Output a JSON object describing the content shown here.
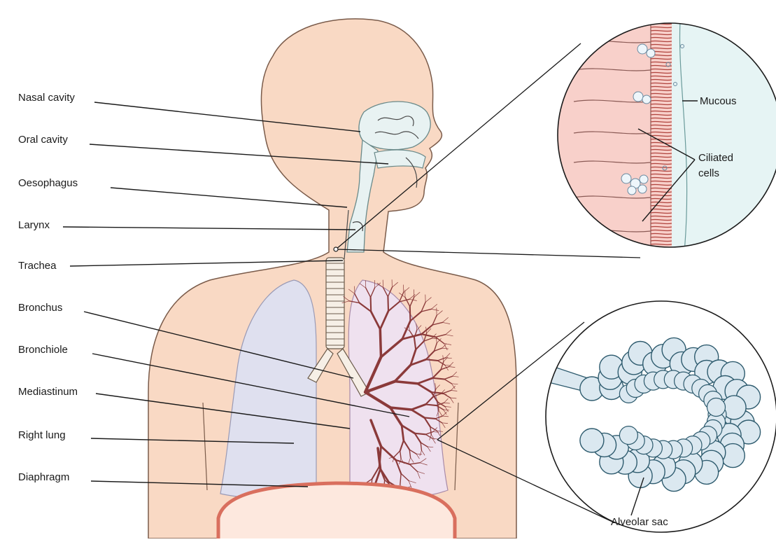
{
  "labels": {
    "nasal_cavity": "Nasal cavity",
    "oral_cavity": "Oral cavity",
    "oesophagus": "Oesophagus",
    "larynx": "Larynx",
    "trachea": "Trachea",
    "bronchus": "Bronchus",
    "bronchiole": "Bronchiole",
    "mediastinum": "Mediastinum",
    "right_lung": "Right lung",
    "diaphragm": "Diaphragm",
    "mucous": "Mucous",
    "ciliated_line1": "Ciliated",
    "ciliated_line2": "cells",
    "alveolar_sac": "Alveolar sac"
  },
  "colors": {
    "skin": "#f9d9c4",
    "skin_outline": "#7a5b4a",
    "lung_right": "#dfe0ef",
    "lung_left": "#efe1ef",
    "airway": "#e8f2f2",
    "bronchiole_tree": "#8b3a3a",
    "diaphragm": "#d96f5e",
    "cell_fill": "#f8d0ca",
    "cilia": "#b0443e",
    "mucus": "#e6f4f4",
    "alveoli": "#dbe8f0",
    "alveoli_outline": "#2e5b6e"
  }
}
